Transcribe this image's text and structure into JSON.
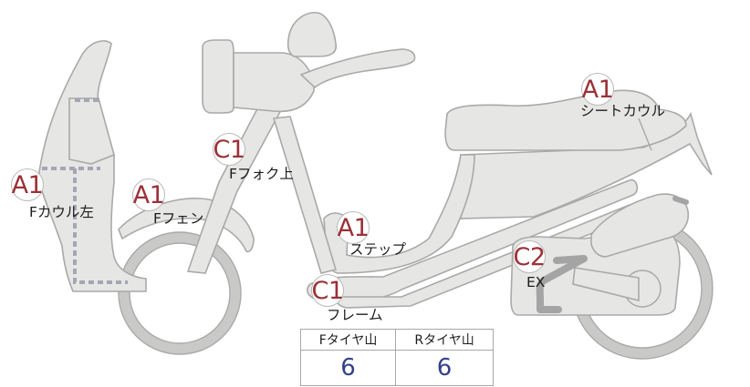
{
  "parts": [
    {
      "id": "f-cowl-left",
      "grade": "A1",
      "label": "Fカウル左"
    },
    {
      "id": "f-fender",
      "grade": "A1",
      "label": "Fフェン"
    },
    {
      "id": "f-fork-upper",
      "grade": "C1",
      "label": "Fフォク上"
    },
    {
      "id": "step",
      "grade": "A1",
      "label": "ステップ"
    },
    {
      "id": "frame",
      "grade": "C1",
      "label": "フレーム"
    },
    {
      "id": "seat-cowl",
      "grade": "A1",
      "label": "シートカウル"
    },
    {
      "id": "exhaust",
      "grade": "C2",
      "label": "EX"
    }
  ],
  "tire_table": {
    "headers": [
      "Fタイヤ山",
      "Rタイヤ山"
    ],
    "values": [
      "6",
      "6"
    ]
  },
  "colors": {
    "grade_text": "#9b3137",
    "tire_value": "#33418a",
    "part_fill": "#e6e6e4",
    "part_stroke": "#a9a9a9"
  }
}
